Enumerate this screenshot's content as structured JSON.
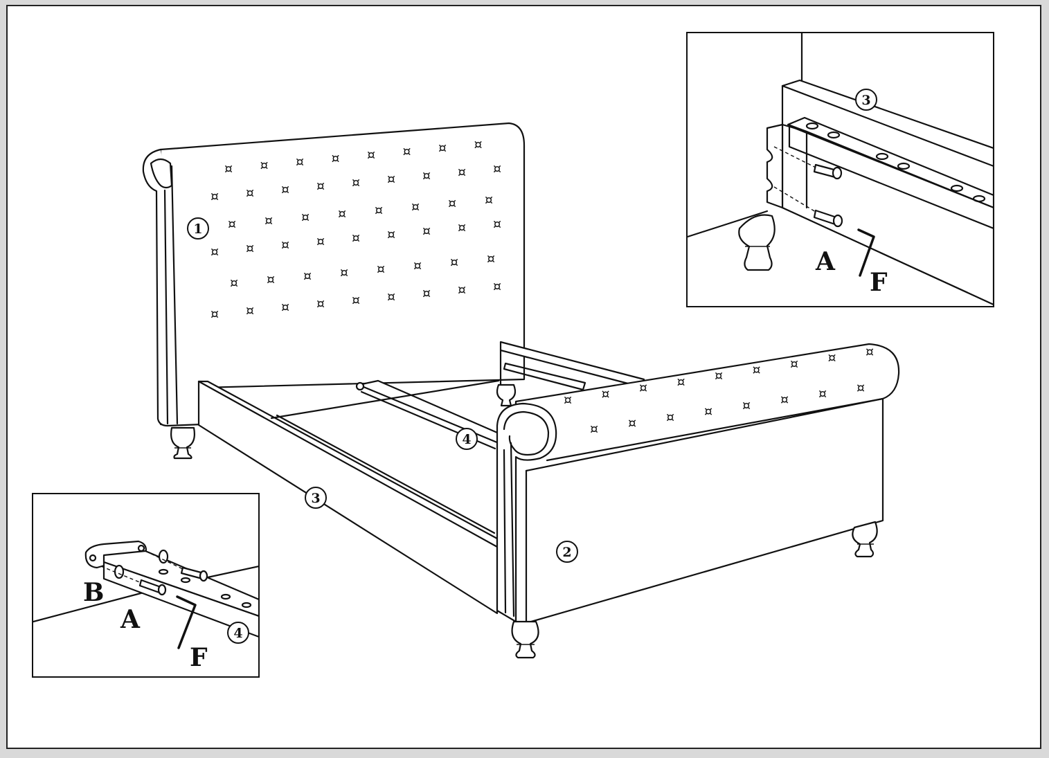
{
  "tuft_symbol": "¤",
  "callouts": {
    "headboard": "1",
    "footboard": "2",
    "side_rail": "3",
    "center_rail": "4",
    "inset_top_rail": "3",
    "inset_bottom_rail": "4"
  },
  "inset_top": {
    "bolt_label": "A",
    "tool_label": "F"
  },
  "inset_bottom": {
    "bracket_label": "B",
    "bolt_label": "A",
    "tool_label": "F"
  }
}
